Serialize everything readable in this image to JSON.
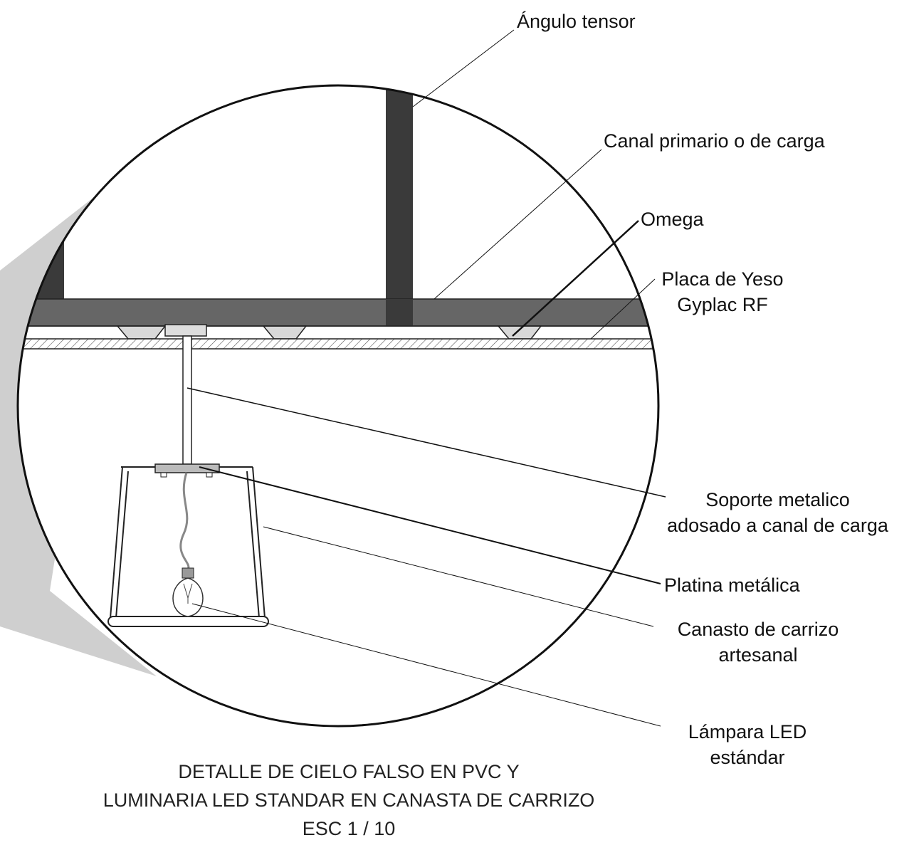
{
  "labels": {
    "angulo_tensor": "Ángulo tensor",
    "canal_primario": "Canal primario o de carga",
    "omega": "Omega",
    "placa_line1": "Placa de Yeso",
    "placa_line2": "Gyplac RF",
    "soporte_line1": "Soporte metalico",
    "soporte_line2": "adosado a canal de carga",
    "platina": "Platina metálica",
    "canasto_line1": "Canasto de carrizo",
    "canasto_line2": "artesanal",
    "lampara_line1": "Lámpara LED",
    "lampara_line2": "estándar"
  },
  "title": {
    "line1": "DETALLE DE CIELO FALSO EN PVC Y",
    "line2": "LUMINARIA LED STANDAR EN CANASTA DE CARRIZO",
    "line3": "ESC 1 / 10"
  },
  "colors": {
    "dark_member": "#3a3a3a",
    "channel": "#666666",
    "magnifier_cone": "#cfcfcf",
    "outline": "#111111"
  }
}
